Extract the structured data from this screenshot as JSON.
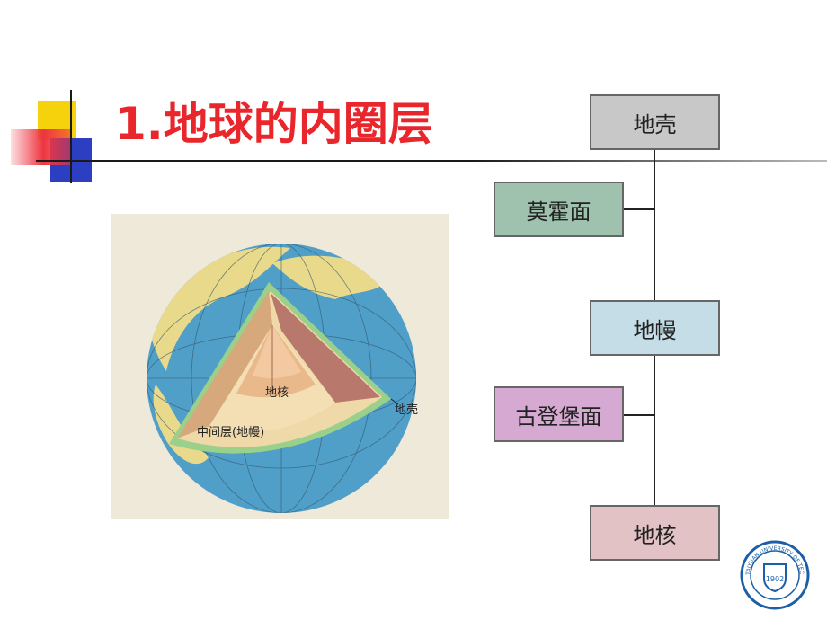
{
  "slide": {
    "title": "1.地球的内圈层"
  },
  "figure": {
    "labels": {
      "core": "地核",
      "mantle": "中间层(地幔)",
      "crust": "地壳"
    }
  },
  "structure": {
    "layers": [
      {
        "id": "crust",
        "label": "地壳",
        "color": "#c8c8c8"
      },
      {
        "id": "mantle",
        "label": "地幔",
        "color": "#c5dde6"
      },
      {
        "id": "core",
        "label": "地核",
        "color": "#e2c2c4"
      }
    ],
    "boundaries": [
      {
        "id": "moho",
        "label": "莫霍面",
        "color": "#9fc2ae"
      },
      {
        "id": "gutenberg",
        "label": "古登堡面",
        "color": "#d5a9d1"
      }
    ]
  },
  "colors": {
    "title": "#e8262c",
    "decor_yellow": "#f5d20c",
    "decor_blue": "#2c3fc2",
    "decor_red": "#ee3540"
  },
  "logo": {
    "text": "TAIYUAN UNIVERSITY OF TECHNOLOGY",
    "year": "1902"
  }
}
